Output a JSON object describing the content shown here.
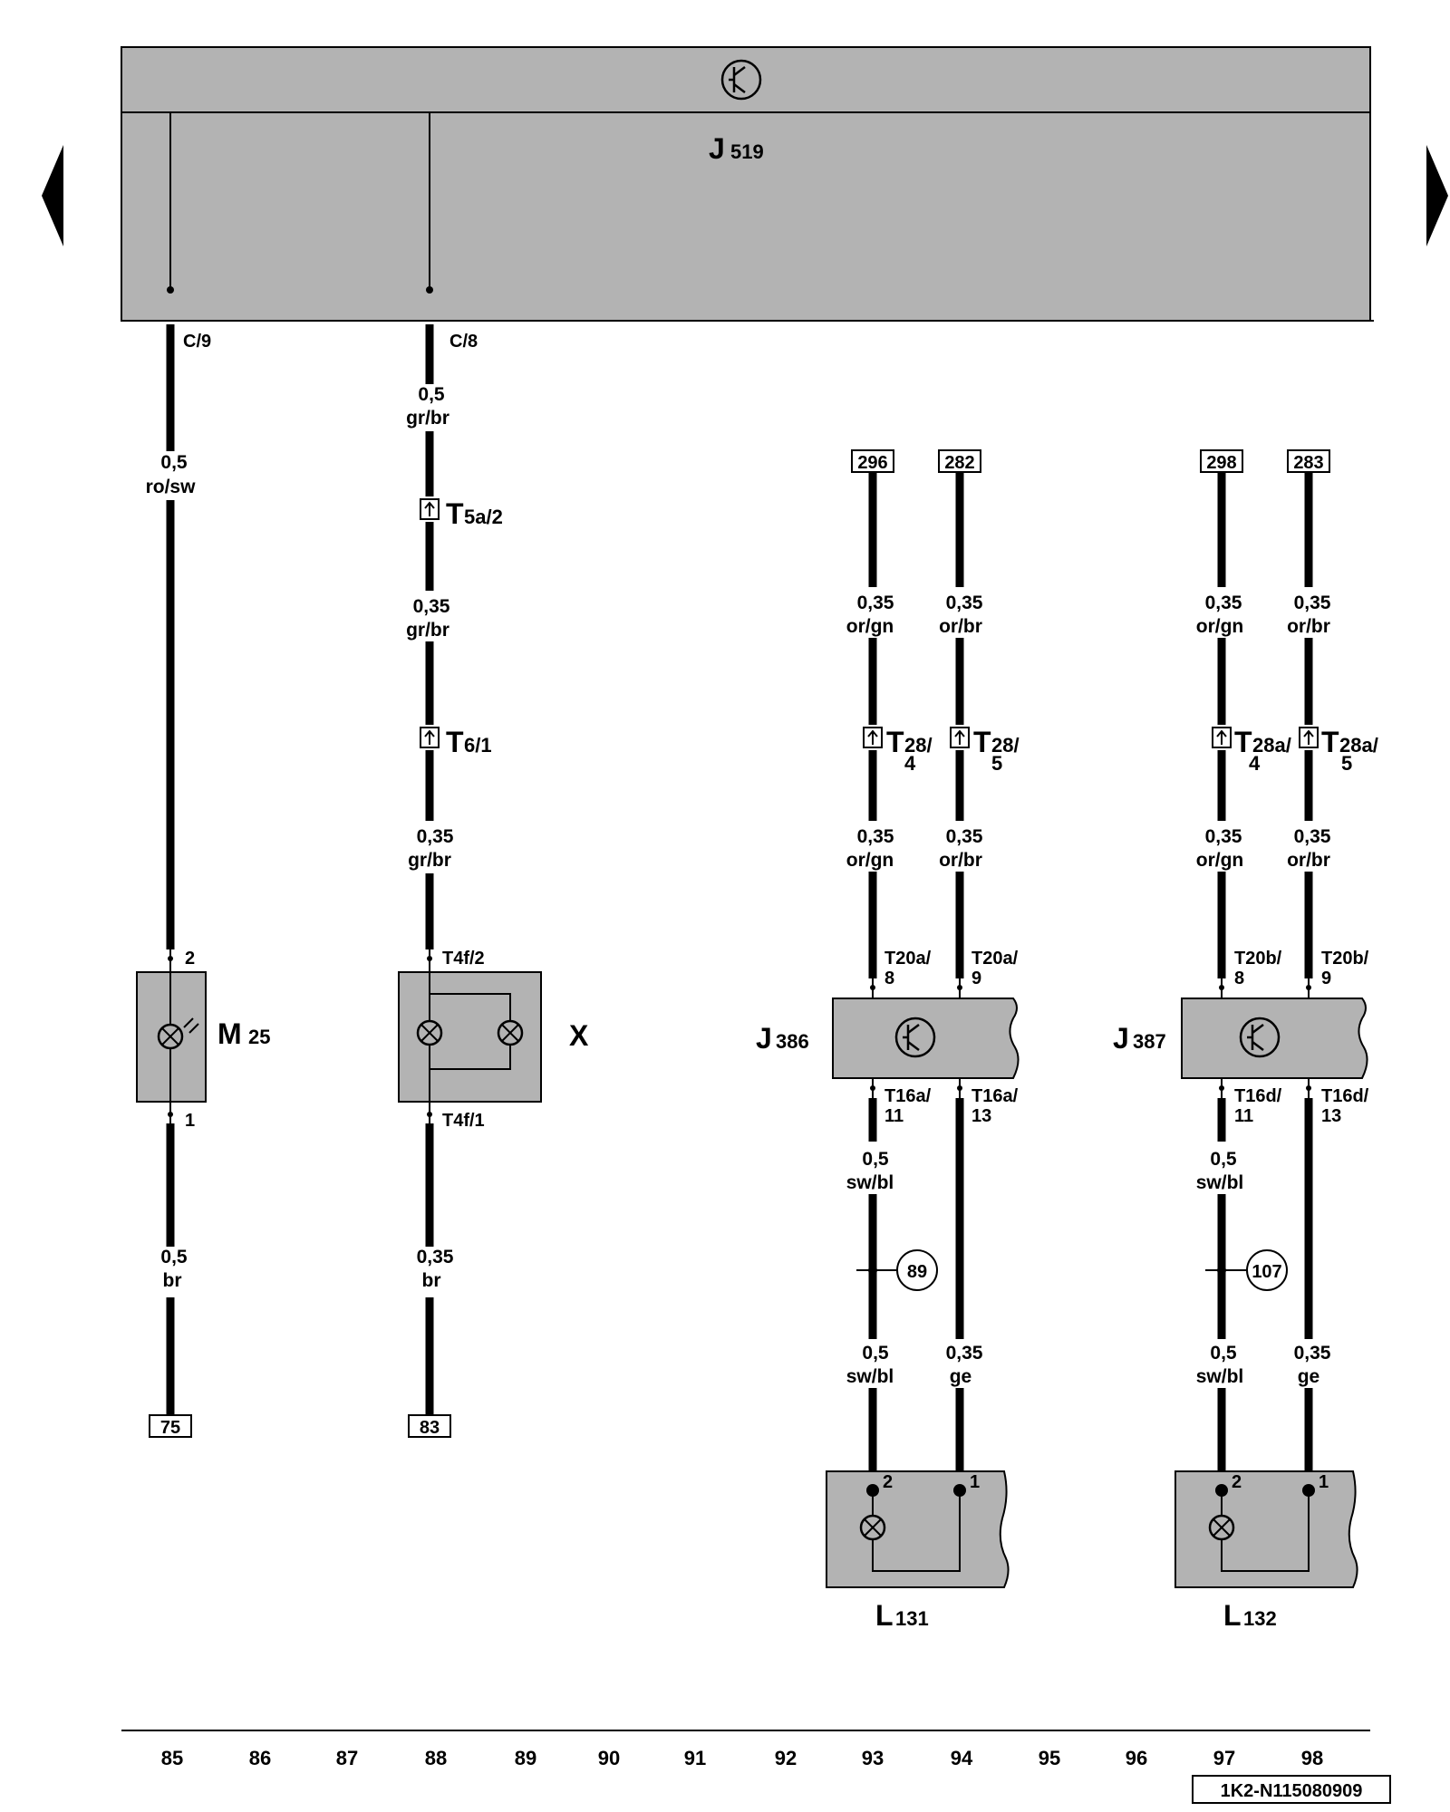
{
  "control_unit": {
    "name": "J",
    "sub": "519"
  },
  "columns": [
    "85",
    "86",
    "87",
    "88",
    "89",
    "90",
    "91",
    "92",
    "93",
    "94",
    "95",
    "96",
    "97",
    "98"
  ],
  "document_id": "1K2-N115080909",
  "wires": [
    {
      "pin": "C/9",
      "size1": "0,5",
      "color1": "ro/sw",
      "device_pin_top": "2",
      "device_pin_bottom": "1",
      "size2": "0,5",
      "color2": "br",
      "ref": "75"
    },
    {
      "pin": "C/8",
      "size1": "0,5",
      "color1": "gr/br",
      "conn1": "T",
      "conn1_sub": "5a/2",
      "size1b": "0,35",
      "color1b": "gr/br",
      "conn2": "T",
      "conn2_sub": "6/1",
      "size1c": "0,35",
      "color1c": "gr/br",
      "device_pin_top": "T4f/2",
      "device_pin_bottom": "T4f/1",
      "size2": "0,35",
      "color2": "br",
      "ref": "83"
    }
  ],
  "devices": {
    "m25": {
      "name": "M",
      "sub": "25"
    },
    "x": {
      "name": "X"
    },
    "j386": {
      "name": "J",
      "sub": "386"
    },
    "j387": {
      "name": "J",
      "sub": "387"
    },
    "l131": {
      "name": "L",
      "sub": "131"
    },
    "l132": {
      "name": "L",
      "sub": "132"
    }
  },
  "group_a": {
    "ref_left": "296",
    "ref_right": "282",
    "size": "0,35",
    "color_left": "or/gn",
    "color_right": "or/br",
    "conn_left": "T",
    "conn_left_sub": "28/",
    "conn_left_pin": "4",
    "conn_right": "T",
    "conn_right_sub": "28/",
    "conn_right_pin": "5",
    "in_left_a": "T20a/",
    "in_left_b": "8",
    "in_right_a": "T20a/",
    "in_right_b": "9",
    "out_left_a": "T16a/",
    "out_left_b": "11",
    "out_right_a": "T16a/",
    "out_right_b": "13",
    "size_out_left": "0,5",
    "color_out_left": "sw/bl",
    "ground": "89",
    "size_low_left": "0,5",
    "color_low_left": "sw/bl",
    "size_low_right": "0,35",
    "color_low_right": "ge",
    "lamp_pin_left": "2",
    "lamp_pin_right": "1"
  },
  "group_b": {
    "ref_left": "298",
    "ref_right": "283",
    "size": "0,35",
    "color_left": "or/gn",
    "color_right": "or/br",
    "conn_left": "T",
    "conn_left_sub": "28a/",
    "conn_left_pin": "4",
    "conn_right": "T",
    "conn_right_sub": "28a/",
    "conn_right_pin": "5",
    "in_left_a": "T20b/",
    "in_left_b": "8",
    "in_right_a": "T20b/",
    "in_right_b": "9",
    "out_left_a": "T16d/",
    "out_left_b": "11",
    "out_right_a": "T16d/",
    "out_right_b": "13",
    "size_out_left": "0,5",
    "color_out_left": "sw/bl",
    "ground": "107",
    "size_low_left": "0,5",
    "color_low_left": "sw/bl",
    "size_low_right": "0,35",
    "color_low_right": "ge",
    "lamp_pin_left": "2",
    "lamp_pin_right": "1"
  },
  "colors": {
    "module_fill": "#b3b3b3",
    "line": "#000000",
    "background": "#ffffff"
  }
}
